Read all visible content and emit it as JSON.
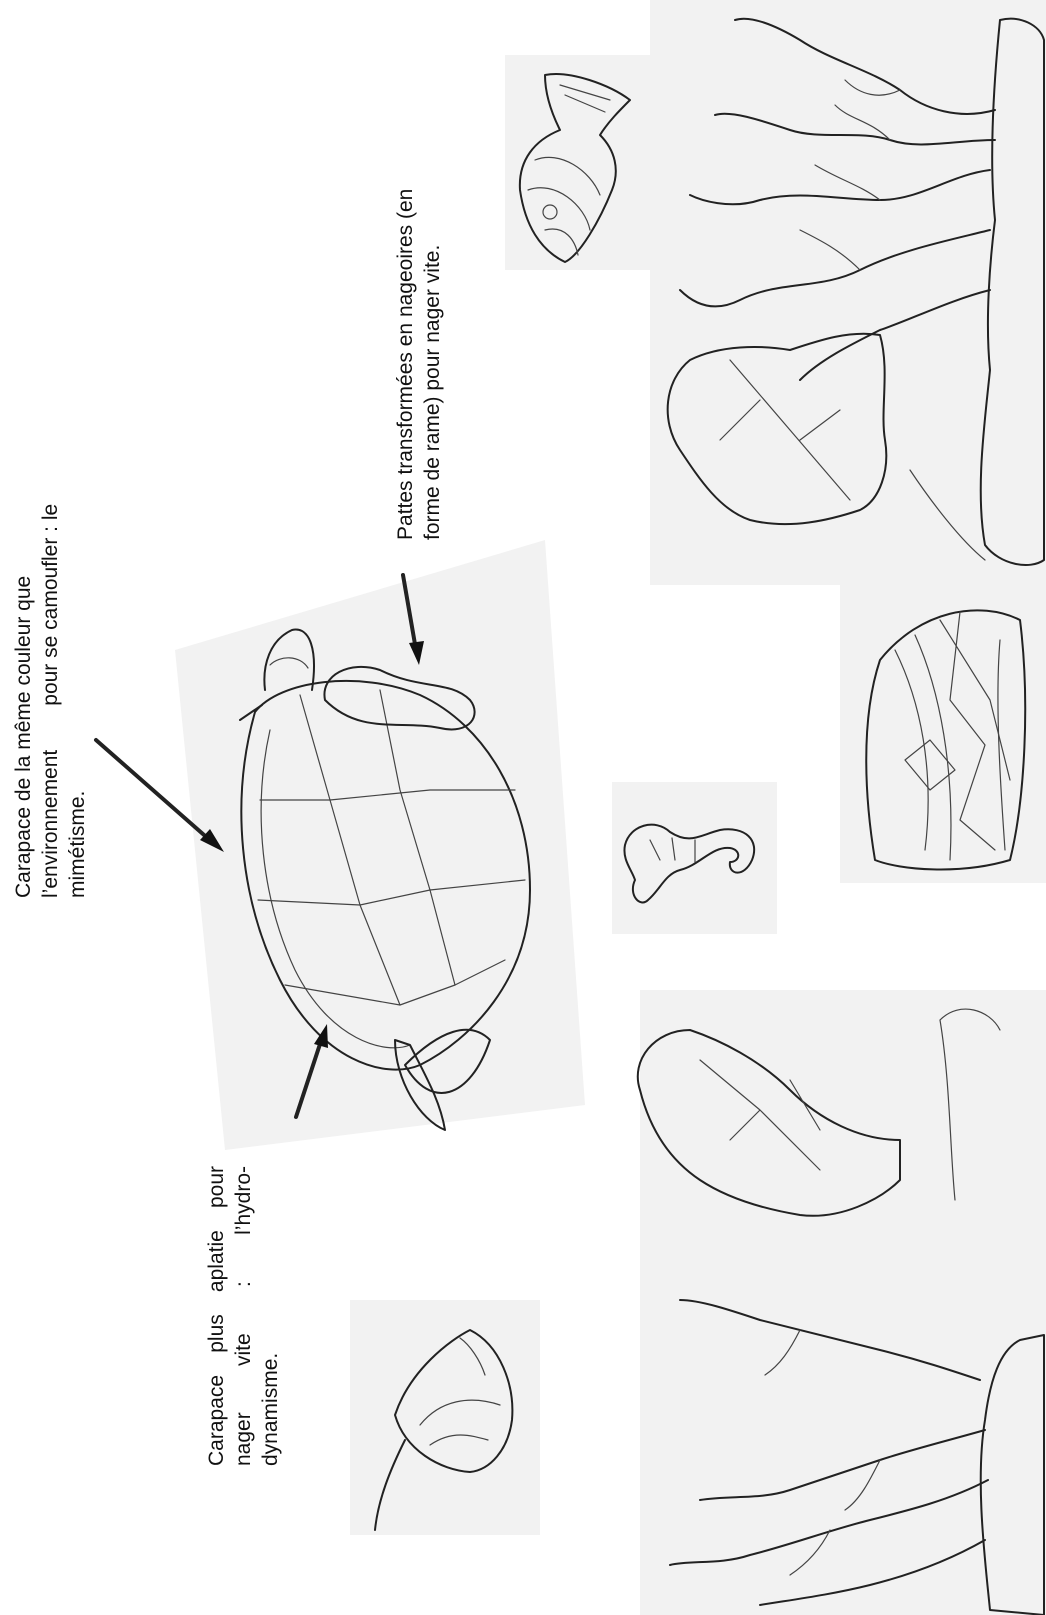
{
  "annotations": {
    "carapace_color": {
      "line1": "Carapace de la même couleur que",
      "line2_a": "l’environnement",
      "line2_b": "pour se camoufler : le",
      "line3": "mimétisme."
    },
    "carapace_flat": {
      "line1": "Carapace plus aplatie pour",
      "line2": "nager vite : l’hydro-",
      "line3": "dynamisme."
    },
    "paddles": {
      "line1": "Pattes transformées en nageoires (en",
      "line2": "forme de rame) pour nager vite."
    }
  },
  "illustrations": {
    "turtle": "sea-turtle",
    "fish_top": "striped-fish",
    "fish_bottom": "small-fish",
    "seahorse": "seahorse",
    "clam": "giant-clam",
    "coral_top": "coral-and-sponge",
    "coral_bottom": "coral-and-sponge"
  },
  "colors": {
    "ink": "#111111",
    "background": "#ffffff",
    "shade": "#f2f2f2"
  }
}
